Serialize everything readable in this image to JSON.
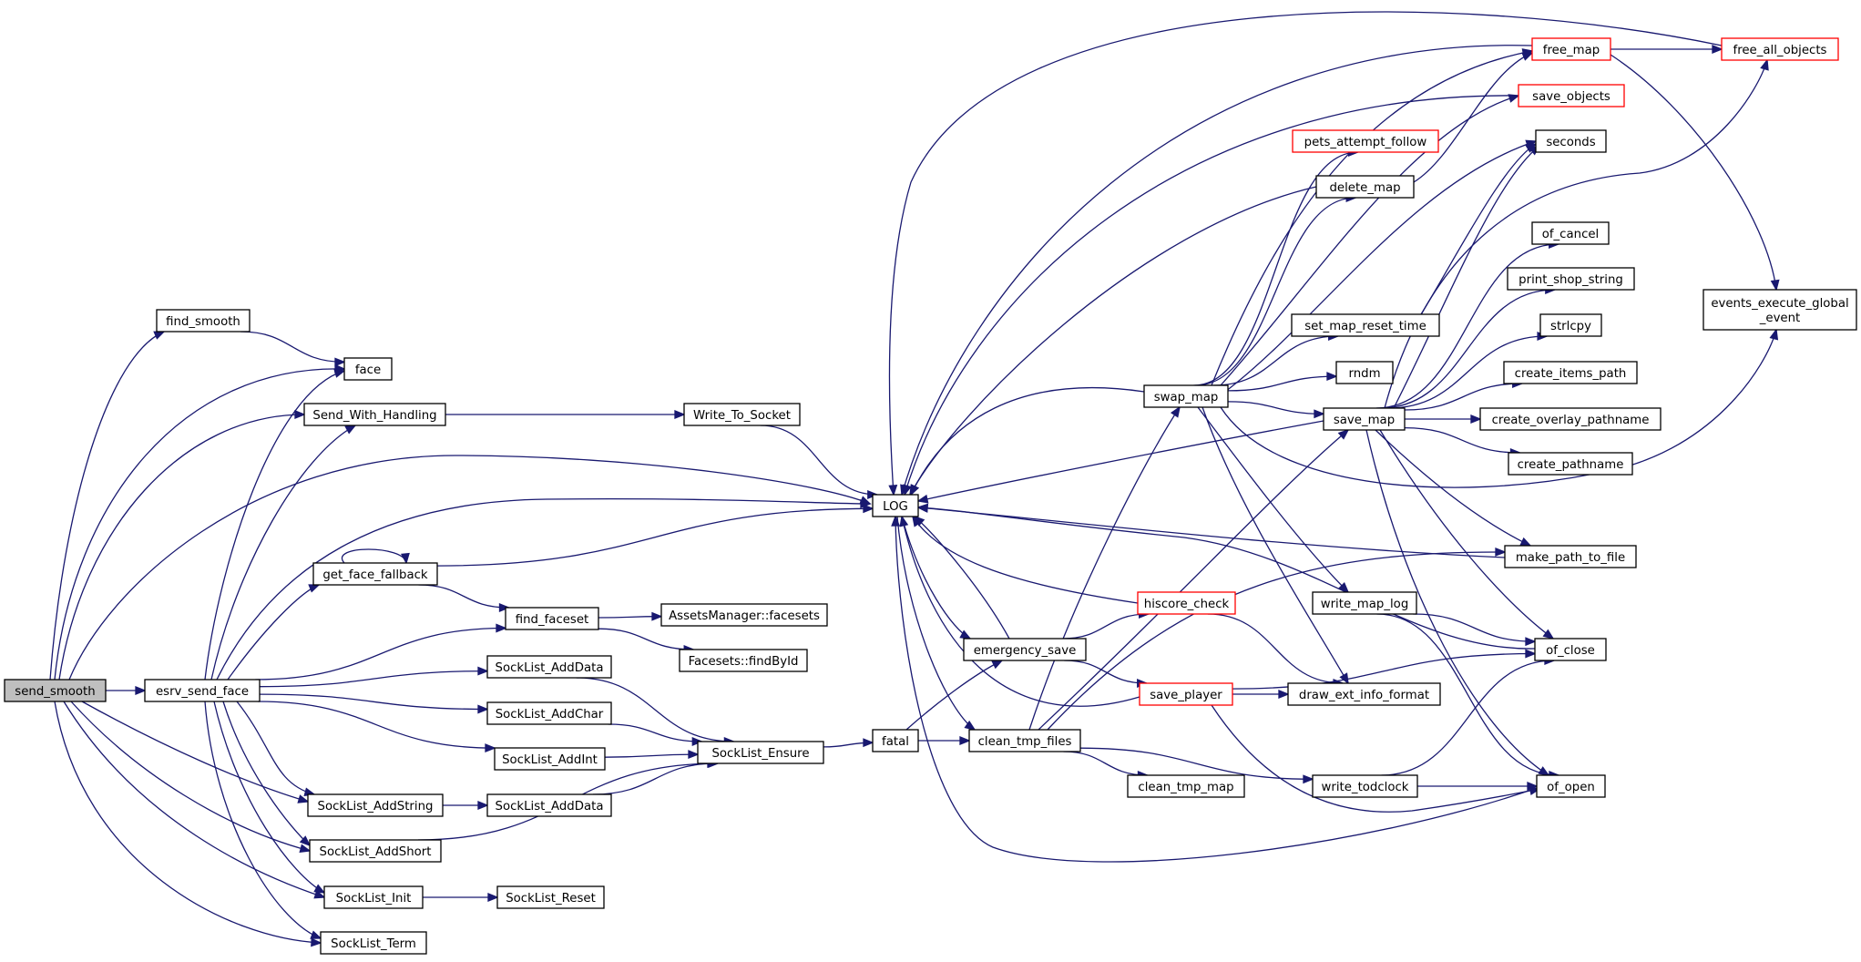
{
  "graph": {
    "colors": {
      "edge": "#191970",
      "node_border": "#000000",
      "truncated_border": "#ff0000",
      "root_fill": "#bfbfbf",
      "node_fill": "#ffffff"
    },
    "nodes": [
      {
        "id": "send_smooth",
        "label": "send_smooth",
        "style": "root"
      },
      {
        "id": "find_smooth",
        "label": "find_smooth"
      },
      {
        "id": "face",
        "label": "face"
      },
      {
        "id": "Send_With_Handling",
        "label": "Send_With_Handling"
      },
      {
        "id": "Write_To_Socket",
        "label": "Write_To_Socket"
      },
      {
        "id": "LOG",
        "label": "LOG"
      },
      {
        "id": "get_face_fallback",
        "label": "get_face_fallback"
      },
      {
        "id": "find_faceset",
        "label": "find_faceset"
      },
      {
        "id": "AssetsManager_facesets",
        "label": "AssetsManager::facesets"
      },
      {
        "id": "Facesets_findById",
        "label": "Facesets::findById"
      },
      {
        "id": "esrv_send_face",
        "label": "esrv_send_face"
      },
      {
        "id": "SockList_AddData",
        "label": "SockList_AddData"
      },
      {
        "id": "SockList_AddChar",
        "label": "SockList_AddChar"
      },
      {
        "id": "SockList_AddInt",
        "label": "SockList_AddInt"
      },
      {
        "id": "SockList_Ensure",
        "label": "SockList_Ensure"
      },
      {
        "id": "SockList_AddString",
        "label": "SockList_AddString"
      },
      {
        "id": "SockList_AddData2",
        "label": "SockList_AddData"
      },
      {
        "id": "SockList_AddShort",
        "label": "SockList_AddShort"
      },
      {
        "id": "SockList_Init",
        "label": "SockList_Init"
      },
      {
        "id": "SockList_Reset",
        "label": "SockList_Reset"
      },
      {
        "id": "SockList_Term",
        "label": "SockList_Term"
      },
      {
        "id": "fatal",
        "label": "fatal"
      },
      {
        "id": "emergency_save",
        "label": "emergency_save"
      },
      {
        "id": "clean_tmp_files",
        "label": "clean_tmp_files"
      },
      {
        "id": "clean_tmp_map",
        "label": "clean_tmp_map"
      },
      {
        "id": "hiscore_check",
        "label": "hiscore_check",
        "style": "red"
      },
      {
        "id": "save_player",
        "label": "save_player",
        "style": "red"
      },
      {
        "id": "swap_map",
        "label": "swap_map"
      },
      {
        "id": "pets_attempt_follow",
        "label": "pets_attempt_follow",
        "style": "red"
      },
      {
        "id": "delete_map",
        "label": "delete_map"
      },
      {
        "id": "set_map_reset_time",
        "label": "set_map_reset_time"
      },
      {
        "id": "rndm",
        "label": "rndm"
      },
      {
        "id": "save_map",
        "label": "save_map"
      },
      {
        "id": "write_map_log",
        "label": "write_map_log"
      },
      {
        "id": "draw_ext_info_format",
        "label": "draw_ext_info_format"
      },
      {
        "id": "write_todclock",
        "label": "write_todclock"
      },
      {
        "id": "free_map",
        "label": "free_map",
        "style": "red"
      },
      {
        "id": "save_objects",
        "label": "save_objects",
        "style": "red"
      },
      {
        "id": "seconds",
        "label": "seconds"
      },
      {
        "id": "of_cancel",
        "label": "of_cancel"
      },
      {
        "id": "print_shop_string",
        "label": "print_shop_string"
      },
      {
        "id": "strlcpy",
        "label": "strlcpy"
      },
      {
        "id": "create_items_path",
        "label": "create_items_path"
      },
      {
        "id": "create_overlay_pathname",
        "label": "create_overlay_pathname"
      },
      {
        "id": "create_pathname",
        "label": "create_pathname"
      },
      {
        "id": "make_path_to_file",
        "label": "make_path_to_file"
      },
      {
        "id": "of_close",
        "label": "of_close"
      },
      {
        "id": "of_open",
        "label": "of_open"
      },
      {
        "id": "free_all_objects",
        "label": "free_all_objects",
        "style": "red"
      },
      {
        "id": "events_execute_global_event",
        "label": "events_execute_global\n_event"
      }
    ],
    "edges": [
      [
        "send_smooth",
        "find_smooth"
      ],
      [
        "send_smooth",
        "face"
      ],
      [
        "send_smooth",
        "Send_With_Handling"
      ],
      [
        "send_smooth",
        "LOG"
      ],
      [
        "send_smooth",
        "esrv_send_face"
      ],
      [
        "send_smooth",
        "SockList_AddString"
      ],
      [
        "send_smooth",
        "SockList_AddShort"
      ],
      [
        "send_smooth",
        "SockList_Init"
      ],
      [
        "send_smooth",
        "SockList_Term"
      ],
      [
        "find_smooth",
        "face"
      ],
      [
        "Send_With_Handling",
        "Write_To_Socket"
      ],
      [
        "Write_To_Socket",
        "LOG"
      ],
      [
        "esrv_send_face",
        "face"
      ],
      [
        "esrv_send_face",
        "Send_With_Handling"
      ],
      [
        "esrv_send_face",
        "LOG"
      ],
      [
        "esrv_send_face",
        "get_face_fallback"
      ],
      [
        "esrv_send_face",
        "find_faceset"
      ],
      [
        "esrv_send_face",
        "SockList_AddData"
      ],
      [
        "esrv_send_face",
        "SockList_AddChar"
      ],
      [
        "esrv_send_face",
        "SockList_AddInt"
      ],
      [
        "esrv_send_face",
        "SockList_AddString"
      ],
      [
        "esrv_send_face",
        "SockList_AddShort"
      ],
      [
        "esrv_send_face",
        "SockList_Init"
      ],
      [
        "esrv_send_face",
        "SockList_Term"
      ],
      [
        "get_face_fallback",
        "get_face_fallback"
      ],
      [
        "get_face_fallback",
        "LOG"
      ],
      [
        "get_face_fallback",
        "find_faceset"
      ],
      [
        "find_faceset",
        "AssetsManager_facesets"
      ],
      [
        "find_faceset",
        "Facesets_findById"
      ],
      [
        "SockList_AddData",
        "SockList_Ensure"
      ],
      [
        "SockList_AddChar",
        "SockList_Ensure"
      ],
      [
        "SockList_AddInt",
        "SockList_Ensure"
      ],
      [
        "SockList_AddString",
        "SockList_AddData2"
      ],
      [
        "SockList_AddData2",
        "SockList_Ensure"
      ],
      [
        "SockList_AddShort",
        "SockList_Ensure"
      ],
      [
        "SockList_Init",
        "SockList_Reset"
      ],
      [
        "SockList_Ensure",
        "fatal"
      ],
      [
        "fatal",
        "emergency_save"
      ],
      [
        "fatal",
        "clean_tmp_files"
      ],
      [
        "LOG",
        "emergency_save"
      ],
      [
        "LOG",
        "clean_tmp_files"
      ],
      [
        "emergency_save",
        "LOG"
      ],
      [
        "emergency_save",
        "hiscore_check"
      ],
      [
        "emergency_save",
        "save_player"
      ],
      [
        "clean_tmp_files",
        "swap_map"
      ],
      [
        "clean_tmp_files",
        "save_map"
      ],
      [
        "clean_tmp_files",
        "clean_tmp_map"
      ],
      [
        "clean_tmp_files",
        "write_todclock"
      ],
      [
        "clean_tmp_files",
        "make_path_to_file"
      ],
      [
        "hiscore_check",
        "LOG"
      ],
      [
        "hiscore_check",
        "draw_ext_info_format"
      ],
      [
        "save_player",
        "LOG"
      ],
      [
        "save_player",
        "draw_ext_info_format"
      ],
      [
        "save_player",
        "of_close"
      ],
      [
        "save_player",
        "of_open"
      ],
      [
        "swap_map",
        "LOG"
      ],
      [
        "swap_map",
        "pets_attempt_follow"
      ],
      [
        "swap_map",
        "delete_map"
      ],
      [
        "swap_map",
        "set_map_reset_time"
      ],
      [
        "swap_map",
        "rndm"
      ],
      [
        "swap_map",
        "save_map"
      ],
      [
        "swap_map",
        "write_map_log"
      ],
      [
        "swap_map",
        "draw_ext_info_format"
      ],
      [
        "swap_map",
        "free_map"
      ],
      [
        "swap_map",
        "save_objects"
      ],
      [
        "swap_map",
        "seconds"
      ],
      [
        "swap_map",
        "events_execute_global_event"
      ],
      [
        "delete_map",
        "LOG"
      ],
      [
        "delete_map",
        "free_map"
      ],
      [
        "set_map_reset_time",
        "seconds"
      ],
      [
        "save_map",
        "LOG"
      ],
      [
        "save_map",
        "free_all_objects"
      ],
      [
        "save_map",
        "seconds"
      ],
      [
        "save_map",
        "of_cancel"
      ],
      [
        "save_map",
        "print_shop_string"
      ],
      [
        "save_map",
        "strlcpy"
      ],
      [
        "save_map",
        "create_items_path"
      ],
      [
        "save_map",
        "create_overlay_pathname"
      ],
      [
        "save_map",
        "create_pathname"
      ],
      [
        "save_map",
        "make_path_to_file"
      ],
      [
        "save_map",
        "of_close"
      ],
      [
        "save_map",
        "of_open"
      ],
      [
        "write_map_log",
        "of_close"
      ],
      [
        "write_map_log",
        "of_open"
      ],
      [
        "write_todclock",
        "of_close"
      ],
      [
        "write_todclock",
        "of_open"
      ],
      [
        "make_path_to_file",
        "LOG"
      ],
      [
        "of_close",
        "LOG"
      ],
      [
        "of_open",
        "LOG"
      ],
      [
        "free_map",
        "LOG"
      ],
      [
        "free_map",
        "free_all_objects"
      ],
      [
        "free_map",
        "events_execute_global_event"
      ],
      [
        "save_objects",
        "LOG"
      ],
      [
        "free_all_objects",
        "LOG"
      ]
    ]
  }
}
